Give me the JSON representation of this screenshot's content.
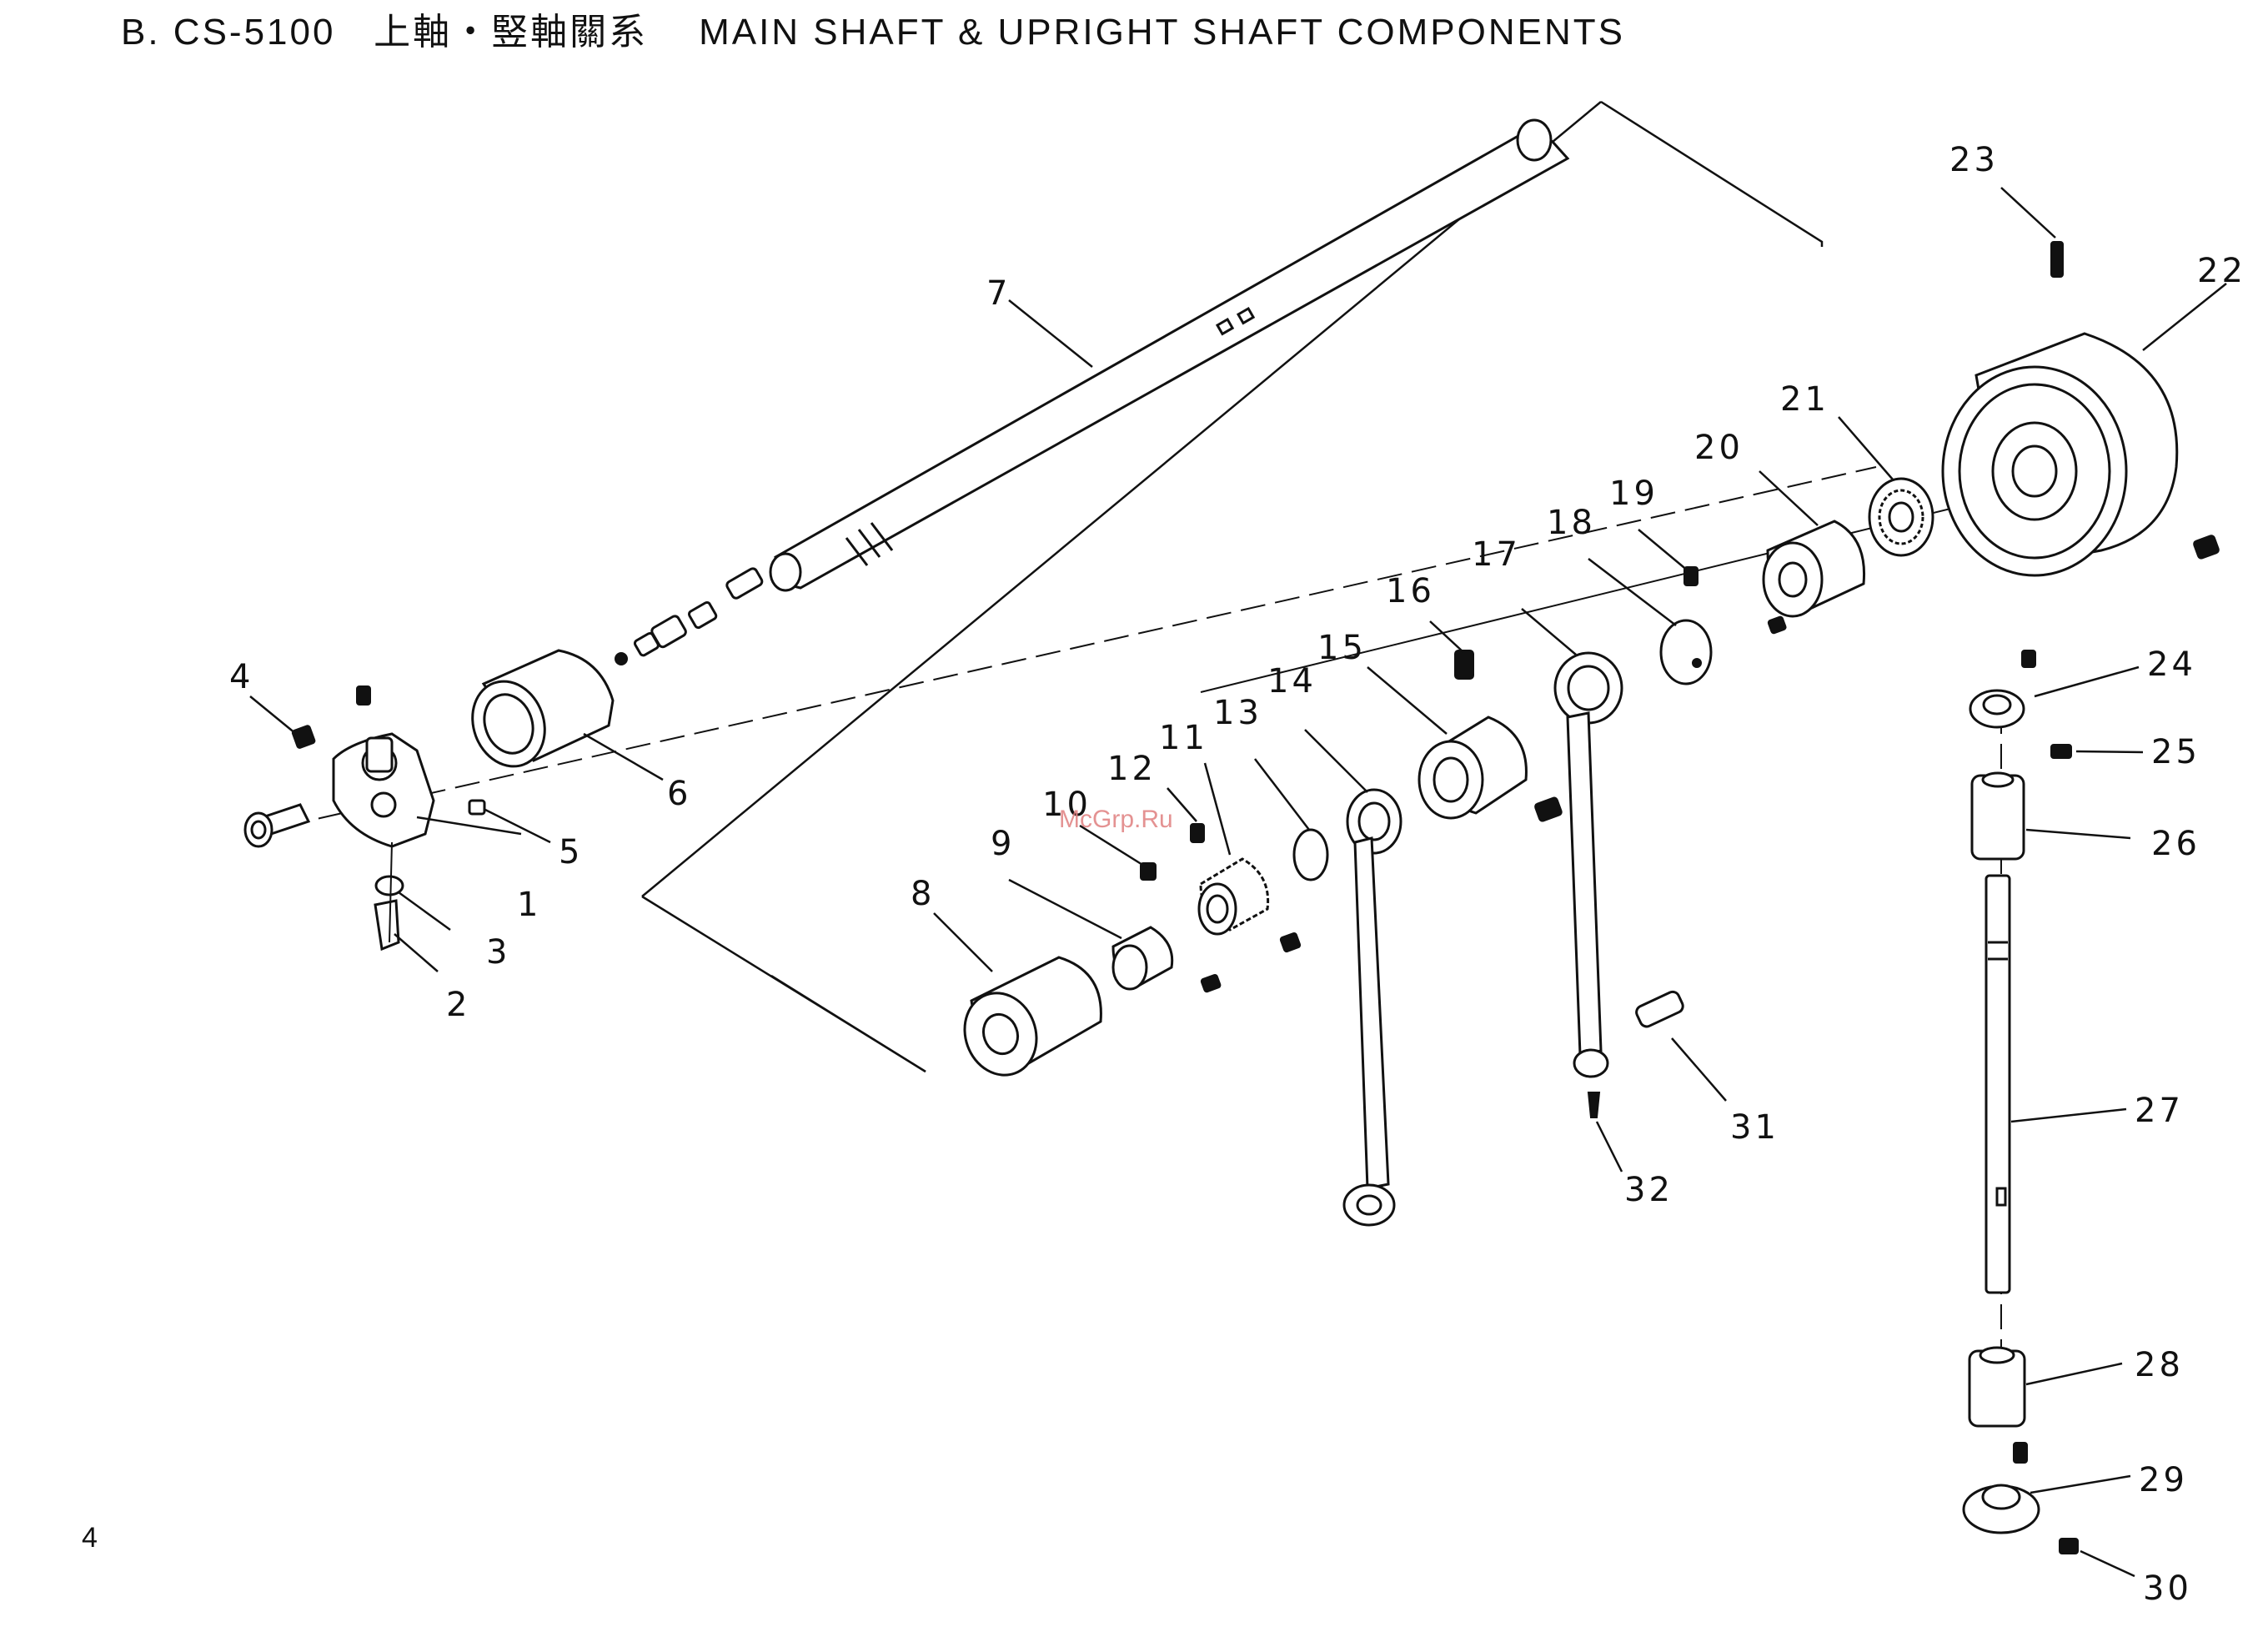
{
  "header": {
    "title_prefix": "B.  CS-5100",
    "title_cjk": "上軸・竪軸關系",
    "title_en": "MAIN SHAFT & UPRIGHT SHAFT COMPONENTS"
  },
  "page_number": "4",
  "watermark": "McGrp.Ru",
  "part_labels": [
    "1",
    "2",
    "3",
    "4",
    "5",
    "6",
    "7",
    "8",
    "9",
    "10",
    "11",
    "12",
    "13",
    "14",
    "15",
    "16",
    "17",
    "18",
    "19",
    "20",
    "21",
    "22",
    "23",
    "24",
    "25",
    "26",
    "27",
    "28",
    "29",
    "30",
    "31",
    "32"
  ]
}
